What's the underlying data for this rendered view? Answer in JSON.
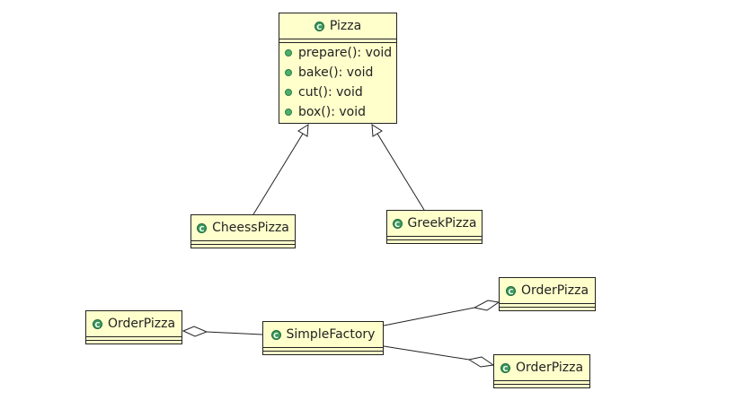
{
  "diagram": {
    "pizza": {
      "name": "Pizza",
      "icon": "class-icon",
      "methods": [
        "prepare(): void",
        "bake(): void",
        "cut(): void",
        "box(): void"
      ]
    },
    "cheess_pizza": {
      "name": "CheessPizza",
      "icon": "class-icon"
    },
    "greek_pizza": {
      "name": "GreekPizza",
      "icon": "class-icon"
    },
    "order_pizza_left": {
      "name": "OrderPizza",
      "icon": "class-icon"
    },
    "simple_factory": {
      "name": "SimpleFactory",
      "icon": "class-icon"
    },
    "order_pizza_top_right": {
      "name": "OrderPizza",
      "icon": "class-icon"
    },
    "order_pizza_bottom_right": {
      "name": "OrderPizza",
      "icon": "class-icon"
    },
    "relations": [
      {
        "type": "generalization",
        "from": "CheessPizza",
        "to": "Pizza"
      },
      {
        "type": "generalization",
        "from": "GreekPizza",
        "to": "Pizza"
      },
      {
        "type": "aggregation",
        "from": "SimpleFactory",
        "to": "OrderPizza (left)"
      },
      {
        "type": "aggregation",
        "from": "SimpleFactory",
        "to": "OrderPizza (top right)"
      },
      {
        "type": "aggregation",
        "from": "SimpleFactory",
        "to": "OrderPizza (bottom right)"
      }
    ],
    "colors": {
      "class_fill": "#ffffcc",
      "class_border": "#222222",
      "icon_green": "#3d9a5e",
      "line": "#222222"
    }
  }
}
